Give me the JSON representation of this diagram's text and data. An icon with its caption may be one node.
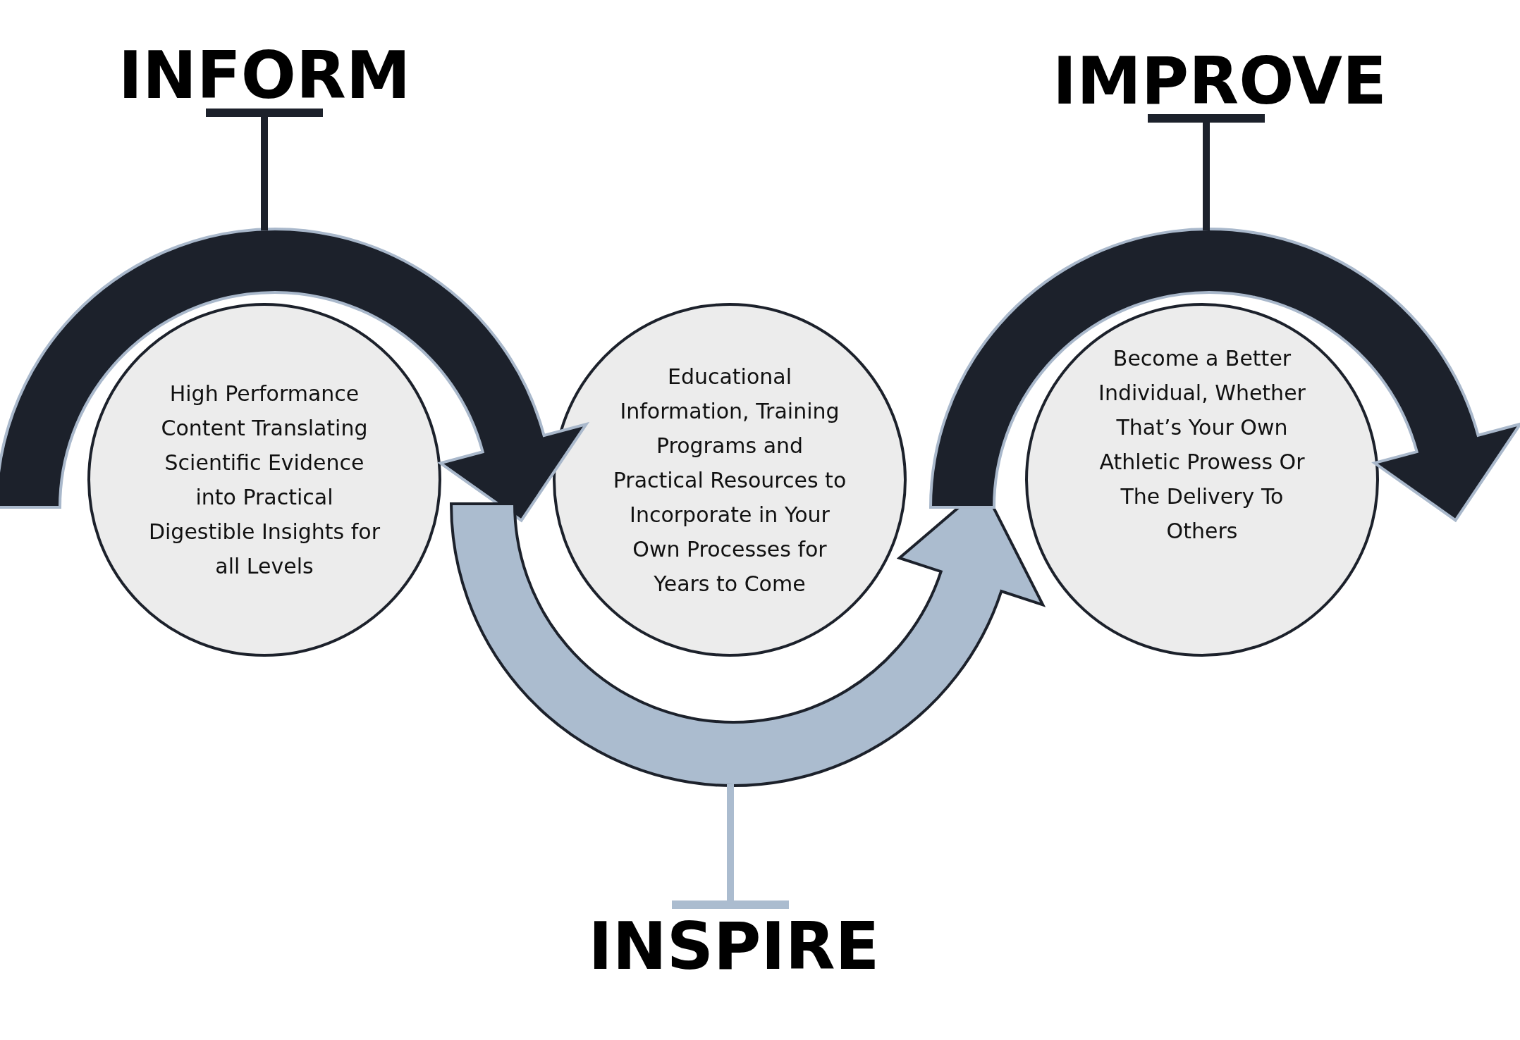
{
  "diagram": {
    "nodes": [
      {
        "text": [
          "INFORM"
        ]
      },
      {
        "text": [
          "IMPROVE"
        ]
      },
      {
        "text": [
          "High Performance Content Translating Scientific Evidence into Practical Digestible Insights for all Levels"
        ]
      },
      {
        "text": [
          "Educational Information, Training Programs and Practical Resources to Incorporate in Your Own Processes for Years to Come"
        ]
      },
      {
        "text": [
          "Become a Better Individual, Whether That’s Your Own Athletic Prowess Or The Delivery To Others"
        ]
      },
      {
        "text": [
          "INSPIRE"
        ]
      }
    ],
    "edges": [
      {
        "from": 2,
        "to": 3,
        "arrow": "to",
        "style": "thick"
      },
      {
        "from": 2,
        "to": 4,
        "arrow": "to",
        "style": "thick",
        "color": "#abbccf"
      },
      {
        "from": 4,
        "to": null,
        "arrow": "to",
        "style": "thick"
      },
      {
        "from": 0,
        "to": null,
        "arrow": "other"
      },
      {
        "from": 1,
        "to": null,
        "arrow": "other"
      },
      {
        "from": 5,
        "to": null,
        "arrow": "other",
        "color": "#abbccf"
      }
    ]
  }
}
